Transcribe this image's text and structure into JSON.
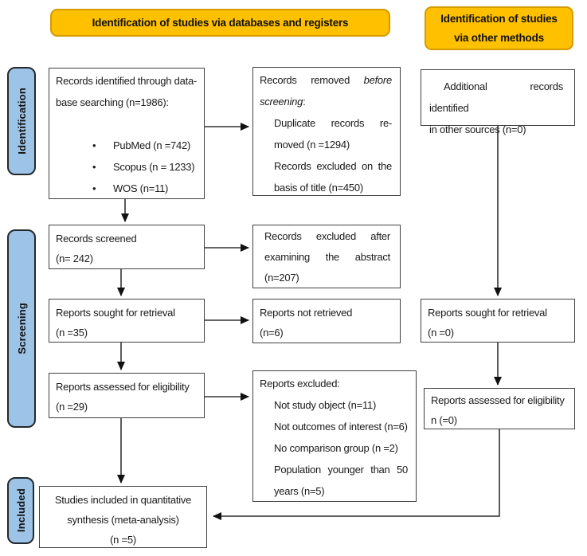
{
  "diagram_title": "PRISMA flow diagram",
  "colors": {
    "gold": "#FFC000",
    "gold_border": "#D49A00",
    "blue": "#9DC3E6",
    "blue_border": "#24292E",
    "box_border": "#404040",
    "arrow": "#333333",
    "arrow_gray": "#4a4a4a"
  },
  "headers": {
    "databases": "Identification of studies via databases and registers",
    "other_line1": "Identification of studies",
    "other_line2": "via other methods"
  },
  "sidebar": {
    "identification": "Identification",
    "screening": "Screening",
    "included": "Included"
  },
  "col1": {
    "identified": {
      "line1": "Records identified through data-",
      "line2": "base searching (n=1986):",
      "bullet_char": "•",
      "bullets": [
        "PubMed (n =742)",
        "Scopus (n = 1233)",
        "WOS (n=11)"
      ]
    },
    "screened": {
      "line1": "Records screened",
      "line2": "(n= 242)"
    },
    "sought": {
      "line1": "Reports sought for retrieval",
      "line2": "(n =35)"
    },
    "assessed": {
      "line1": "Reports assessed for eligibility",
      "line2": "(n =29)"
    },
    "included": {
      "line1": "Studies included in quantitative",
      "line2": "synthesis (meta-analysis)",
      "line3": "(n =5)"
    }
  },
  "col2": {
    "removed": {
      "lead_normal": "Records removed",
      "lead_italic": "before",
      "lead_italic2": "screening",
      "colon": ":",
      "item1a": "Duplicate records re-",
      "item1b": "moved (n =1294)",
      "item2a": "Records excluded on the",
      "item2b": "basis of title (n=450)"
    },
    "excluded_abstract": {
      "line1": "Records excluded after",
      "line2": "examining the abstract",
      "line3": "(n=207)"
    },
    "not_retrieved": {
      "line1": "Reports not retrieved",
      "line2": "(n=6)"
    },
    "reports_excluded": {
      "lead": "Reports excluded:",
      "item1": "Not study object (n=11)",
      "item2": "Not outcomes of interest (n=6)",
      "item3": "No comparison group (n =2)",
      "item4a": "Population younger than 50",
      "item4b": "years (n=5)"
    }
  },
  "col3": {
    "additional": {
      "line1": "Additional records identified",
      "line2": "in other sources (n=0)"
    },
    "sought": {
      "line1": "Reports sought for retrieval",
      "line2": "(n =0)"
    },
    "assessed": {
      "line1": "Reports assessed for eligibility",
      "line2": "n (=0)"
    }
  }
}
